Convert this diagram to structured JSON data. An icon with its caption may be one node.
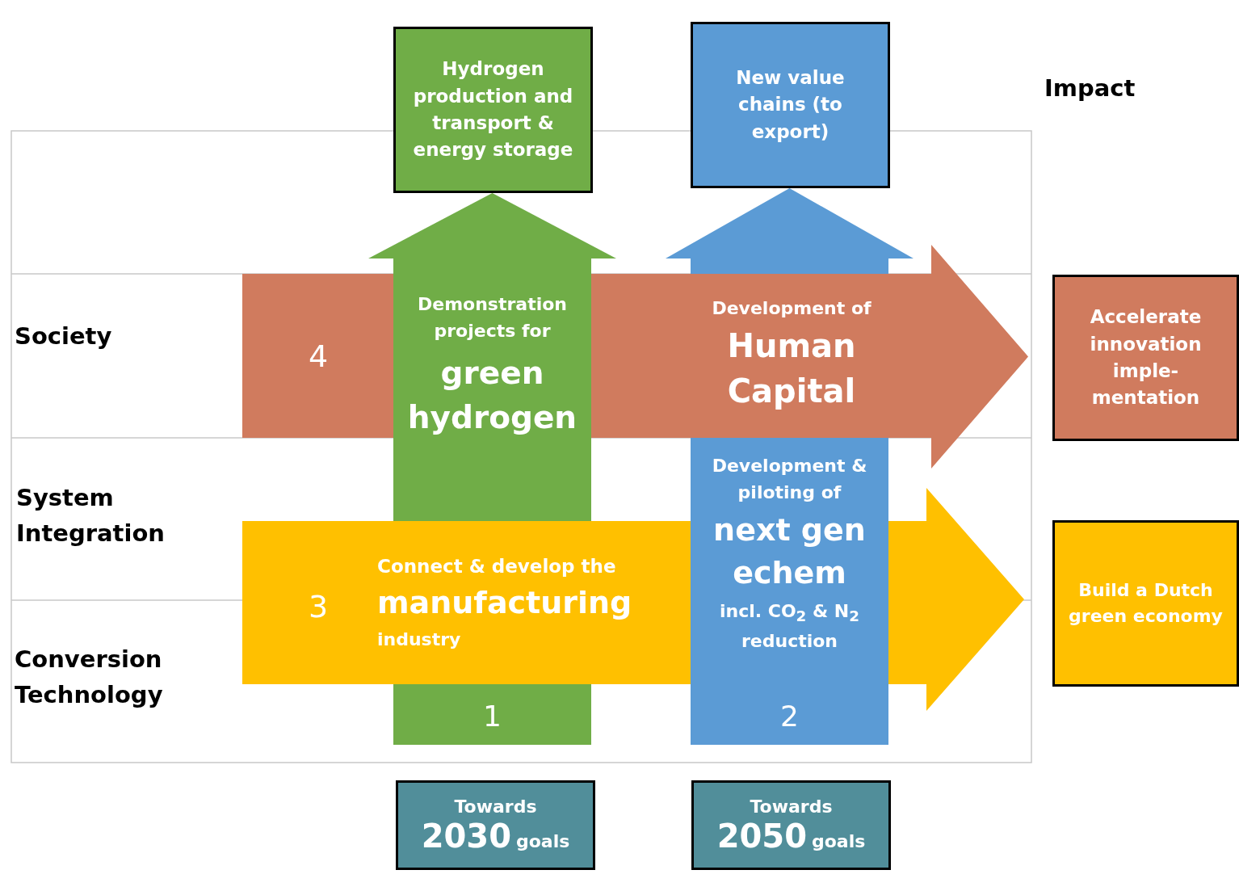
{
  "diagram": {
    "nodes": [
      {
        "text": [
          "Hydrogen production and transport & energy storage"
        ]
      },
      {
        "text": [
          "New value chains (to export)"
        ]
      },
      {
        "text": [
          "Demonstration projects for",
          "green hydrogen"
        ]
      },
      {
        "text": [
          "Development & piloting of",
          "next gen echem",
          "incl. CO$_{2}$ & N$_{2}$ reduction",
          "2"
        ]
      },
      {
        "text": [
          "4",
          "Development of",
          "Human Capital"
        ]
      },
      {
        "text": [
          "Accelerate innovation imple-mentation"
        ]
      },
      {
        "text": [
          "3",
          "Connect & develop the",
          "manufacturing",
          "industry"
        ]
      },
      {
        "text": [
          "Build a Dutch green economy"
        ]
      },
      {
        "text": [
          "1"
        ]
      },
      {
        "text": [
          "Towards",
          "2030",
          "goals"
        ]
      },
      {
        "text": [
          "Towards",
          "2050",
          "goals"
        ]
      }
    ],
    "edges": [
      {
        "from": 2,
        "to": 0,
        "arrow": "to",
        "color": "#70ad47"
      },
      {
        "from": 3,
        "to": 1,
        "arrow": "to",
        "color": "#5b9bd5"
      }
    ],
    "labels": [
      "Impact",
      "Society",
      "System Integration",
      "Conversion Technology"
    ]
  }
}
